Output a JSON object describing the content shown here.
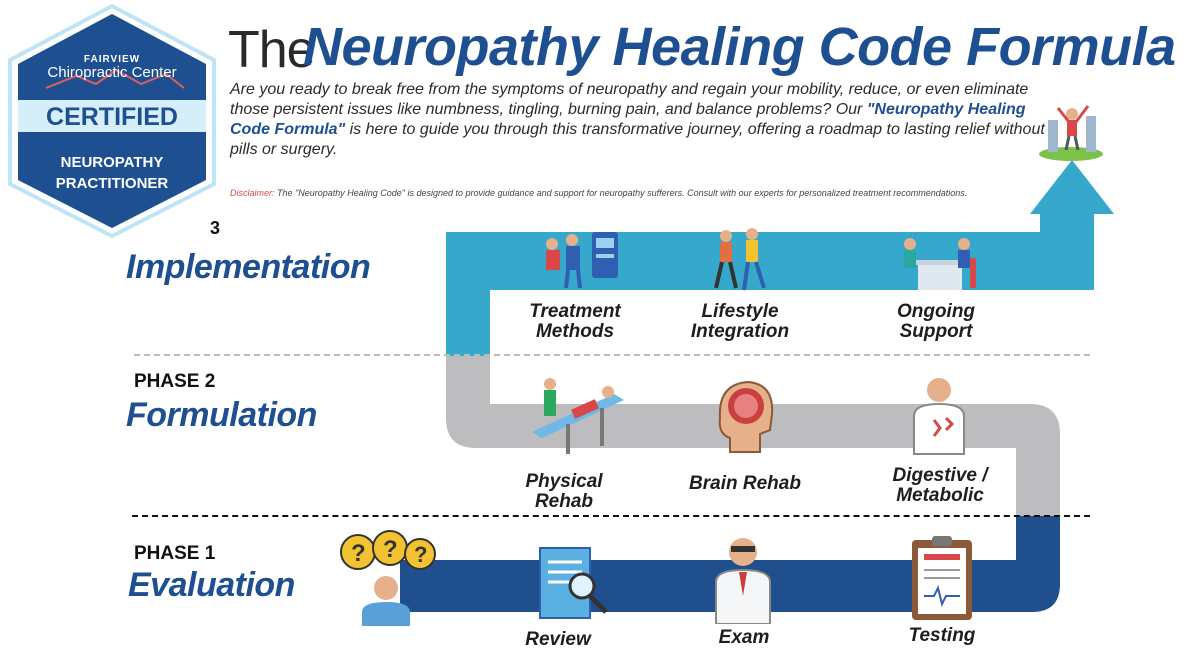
{
  "badge": {
    "org_top": "FAIRVIEW",
    "org_name": "Chiropractic Center",
    "certified": "CERTIFIED",
    "role_line1": "NEUROPATHY",
    "role_line2": "PRACTITIONER"
  },
  "header": {
    "title_prefix": "The",
    "title_main": "Neuropathy Healing Code Formula",
    "intro_part1": "Are you ready to break free from the symptoms of neuropathy and regain your mobility, reduce, or even eliminate those persistent issues like numbness, tingling, burning pain, and balance problems? Our ",
    "intro_highlight": "\"Neuropathy Healing Code Formula\"",
    "intro_part2": " is here to guide you through this transformative journey, offering a roadmap to lasting relief without pills or surgery.",
    "disclaimer_label": "Disclaimer:",
    "disclaimer_text": " The \"Neuropathy Healing Code\" is designed to provide guidance and support for neuropathy sufferers. Consult with our experts for personalized treatment recommendations."
  },
  "phases": [
    {
      "num": "3",
      "name": "Implementation"
    },
    {
      "num": "PHASE 2",
      "name": "Formulation"
    },
    {
      "num": "PHASE 1",
      "name": "Evaluation"
    }
  ],
  "steps": {
    "implementation": [
      "Treatment Methods",
      "Lifestyle Integration",
      "Ongoing Support"
    ],
    "formulation": [
      "Physical Rehab",
      "Brain Rehab",
      "Digestive / Metabolic"
    ],
    "evaluation": [
      "Review",
      "Exam",
      "Testing"
    ]
  },
  "colors": {
    "navy": "#1d4f91",
    "path_phase1": "#1f4f8c",
    "path_phase2": "#bdbcbe",
    "path_phase3": "#35a8cc"
  },
  "icons": [
    "questions-person-icon",
    "review-document-icon",
    "doctor-exam-icon",
    "testing-clipboard-icon",
    "physical-rehab-icon",
    "brain-icon",
    "digestive-pain-icon",
    "treatment-icon",
    "lifestyle-walkers-icon",
    "ongoing-support-icon",
    "celebrating-person-icon"
  ]
}
